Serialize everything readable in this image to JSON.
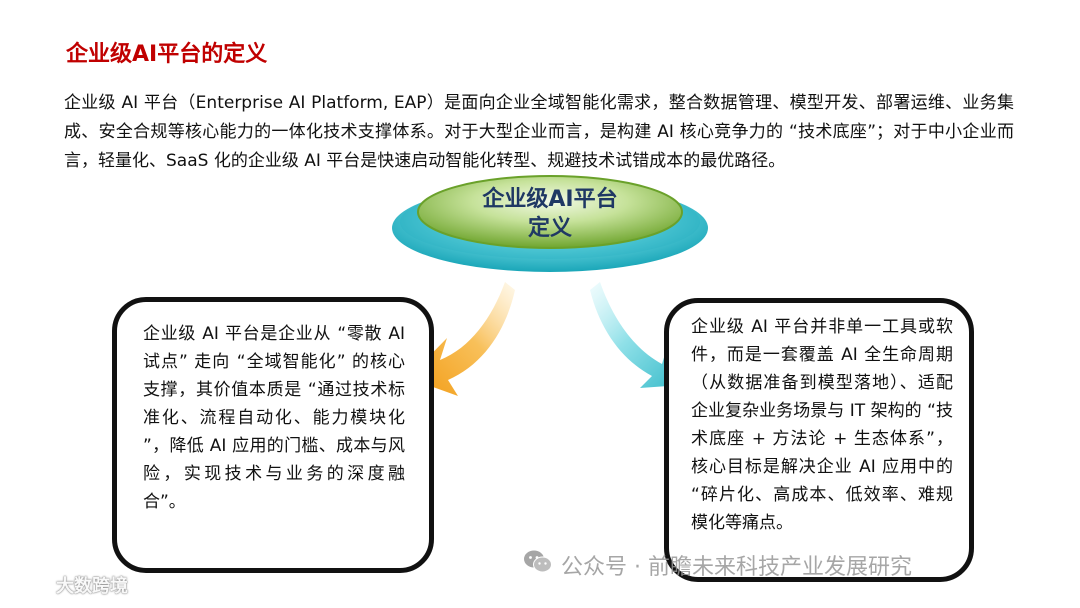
{
  "title": "企业级AI平台的定义",
  "intro": "企业级 AI 平台（Enterprise AI Platform, EAP）是面向企业全域智能化需求，整合数据管理、模型开发、部署运维、业务集成、安全合规等核心能力的一体化技术支撑体系。对于大型企业而言，是构建 AI 核心竞争力的 “技术底座”；对于中小企业而言，轻量化、SaaS 化的企业级 AI 平台是快速启动智能化转型、规避技术试错成本的最优路径。",
  "center_node": {
    "line1": "企业级AI平台",
    "line2": "定义"
  },
  "left_box": {
    "text": "企业级 AI 平台是企业从 “零散 AI 试点” 走向 “全域智能化” 的核心支撑，其价值本质是 “通过技术标准化、流程自动化、能力模块化 ”，降低 AI 应用的门槛、成本与风险，实现技术与业务的深度融合”。"
  },
  "right_box": {
    "text": "企业级 AI 平台并非单一工具或软件，而是一套覆盖 AI 全生命周期（从数据准备到模型落地）、适配企业复杂业务场景与 IT 架构的 “技术底座 + 方法论 + 生态体系”，核心目标是解决企业 AI 应用中的 “碎片化、高成本、低效率、难规模化等痛点。"
  },
  "watermark": {
    "text": "公众号 · 前瞻未来科技产业发展研究",
    "icon": "wechat-icon"
  },
  "corner_watermark": {
    "text": "大数跨境",
    "icon": "logo-icon"
  },
  "colors": {
    "title": "#c00000",
    "ellipse_green": "#7fb53b",
    "ellipse_cyan": "#22b8c8",
    "left_arrow": "#f5a623",
    "right_arrow": "#45c8d3",
    "center_text": "#1f3864"
  }
}
